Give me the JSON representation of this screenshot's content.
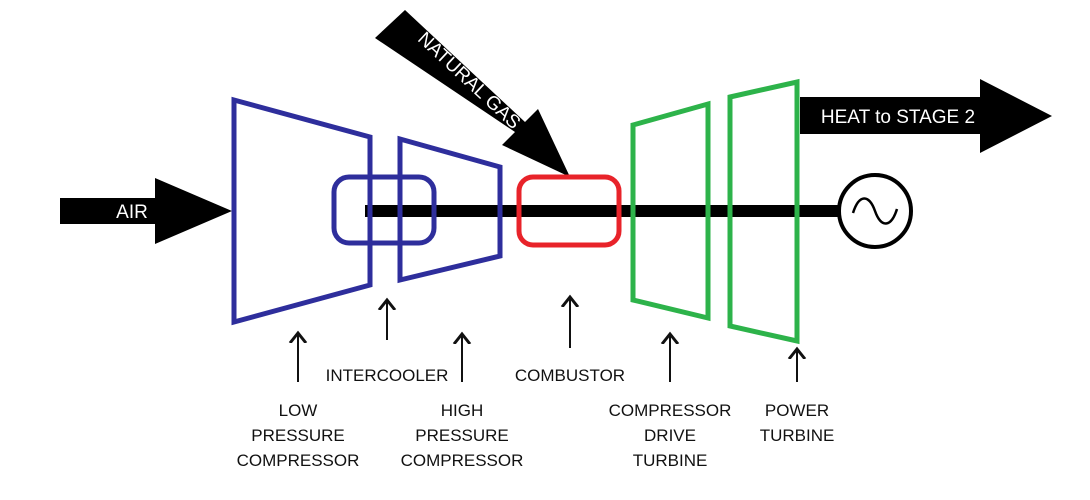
{
  "colors": {
    "compressor": "#2e2e9c",
    "combustor": "#e8232a",
    "turbine": "#2db34a",
    "shaft": "#000000"
  },
  "arrows": {
    "air": "AIR",
    "natural_gas": "NATURAL GAS",
    "heat": "HEAT to STAGE 2"
  },
  "labels": {
    "low_pressure_compressor": [
      "LOW",
      "PRESSURE",
      "COMPRESSOR"
    ],
    "intercooler": "INTERCOOLER",
    "high_pressure_compressor": [
      "HIGH",
      "PRESSURE",
      "COMPRESSOR"
    ],
    "combustor": "COMBUSTOR",
    "compressor_drive_turbine": [
      "COMPRESSOR",
      "DRIVE",
      "TURBINE"
    ],
    "power_turbine": [
      "POWER",
      "TURBINE"
    ]
  },
  "icons": {
    "generator": "generator-icon"
  }
}
